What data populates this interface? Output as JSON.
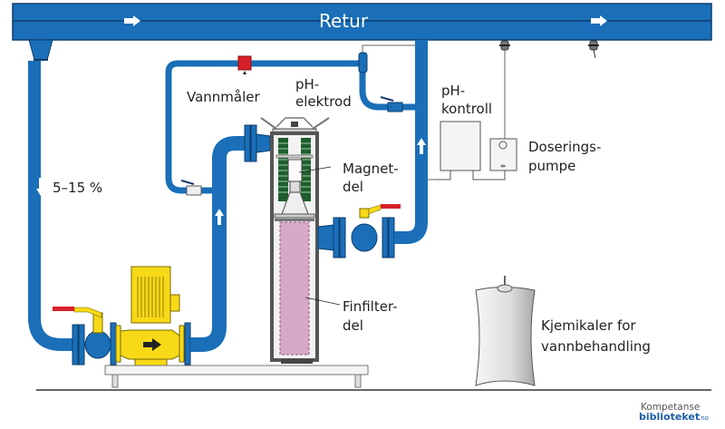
{
  "diagram": {
    "title": "Retur",
    "colors": {
      "pipe": "#1a6fb8",
      "pipe_outline": "#0d3e6e",
      "pump": "#f7d917",
      "valve_handle": "#d8202a",
      "water_meter": "#d8202a",
      "filter_cartridge": "#d8a8c8",
      "magnet_coil": "#1e5e2e",
      "housing": "#555555"
    },
    "labels": {
      "bypass_flow": "5–15 %",
      "water_meter": "Vannmåler",
      "ph_electrode_line1": "pH-",
      "ph_electrode_line2": "elektrod",
      "ph_control_line1": "pH-",
      "ph_control_line2": "kontroll",
      "dosing_pump_line1": "Doserings-",
      "dosing_pump_line2": "pumpe",
      "magnet_part_line1": "Magnet-",
      "magnet_part_line2": "del",
      "fine_filter_line1": "Finfilter-",
      "fine_filter_line2": "del",
      "chemicals_line1": "Kjemikaler for",
      "chemicals_line2": "vannbehandling"
    },
    "icons": [
      "flow-arrow-right-icon",
      "flow-arrow-down-icon",
      "flow-arrow-up-icon",
      "ball-valve-icon",
      "water-meter-icon",
      "injection-nozzle-icon",
      "pump-motor-icon",
      "chemical-canister-icon"
    ],
    "logo": {
      "line1": "Kompetanse",
      "line2": "biblioteket",
      "suffix": ".no"
    }
  }
}
